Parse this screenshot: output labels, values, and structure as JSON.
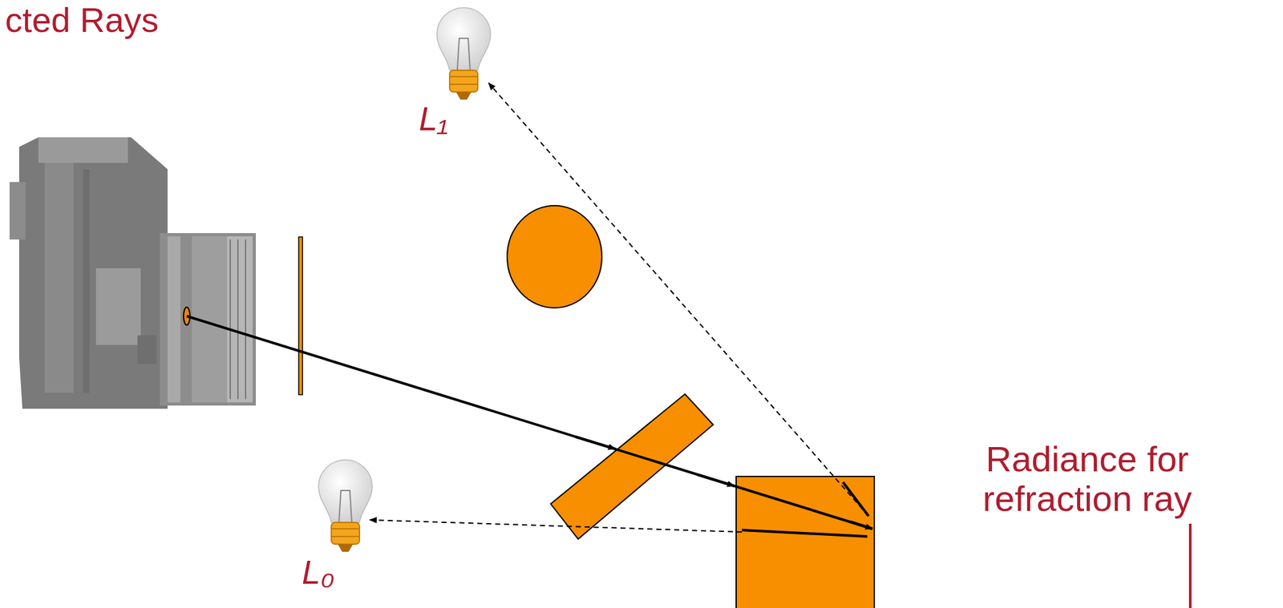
{
  "diagram": {
    "title": "cted Rays",
    "labels": [
      "L₁",
      "L₀",
      "Radiance for refraction ray"
    ]
  }
}
